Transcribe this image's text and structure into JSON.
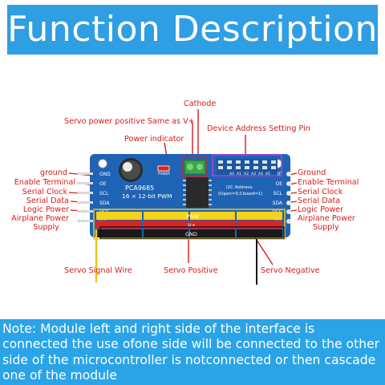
{
  "header": {
    "title": "Function Description"
  },
  "callouts": {
    "cathode": "Cathode",
    "servo_power": "Servo power positive Same as V+",
    "device_address": "Device Address Setting Pin",
    "power_indicator": "Power indicator",
    "servo_signal_wire": "Servo Signal Wire",
    "servo_positive": "Servo Positive",
    "servo_negative": "Servo Negative"
  },
  "left_labels": [
    "ground",
    "Enable Terminal",
    "Serial Clock",
    "Serial Data",
    "Logic Power",
    "Airplane Power",
    "Supply"
  ],
  "right_labels": [
    "Ground",
    "Enable Terminal",
    "Serial Clock",
    "Serial Data",
    "Logic Power",
    "Airplane Power",
    "Supply"
  ],
  "board": {
    "chip_name": "PCA9685",
    "pwm_text": "16 × 12-bit PWM",
    "pins_left": [
      "GND",
      "OE",
      "SCL",
      "SDA",
      "VCC",
      "V+"
    ],
    "pins_right": [
      "GND",
      "OE",
      "SCL",
      "SDA",
      "VCC",
      "V+"
    ],
    "rail_pwm": "PWM",
    "rail_vplus": "V+",
    "rail_gnd": "GND",
    "i2c_text": "I2C Address",
    "open_closed": "(Open=0,Closed=1)",
    "power_text": "POWER",
    "address_pins": [
      "A0",
      "A1",
      "A2",
      "A3",
      "A4",
      "A5"
    ]
  },
  "note": {
    "text": "Note: Module left and right side of the interface is connected the use ofone side will be connected to the other side of the microcontroller is notconnected or then cascade one of the module"
  },
  "colors": {
    "banner": "#2f9ee3",
    "note_bg": "#2aa4e6",
    "board": "#1f63b5",
    "header_yellow": "#f4d31c",
    "header_red": "#e02121",
    "header_black": "#1a1a1a",
    "label_red": "#d81a1a"
  }
}
